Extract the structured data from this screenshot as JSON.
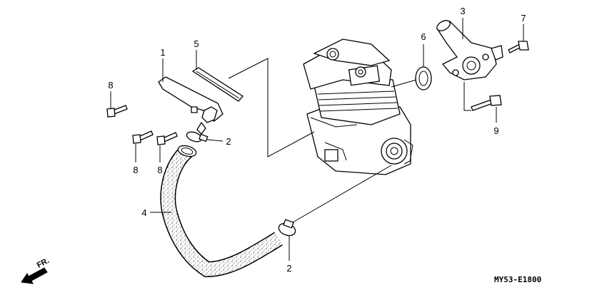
{
  "callouts": {
    "c1": "1",
    "c2a": "2",
    "c2b": "2",
    "c3": "3",
    "c4": "4",
    "c5": "5",
    "c6": "6",
    "c7": "7",
    "c8a": "8",
    "c8b": "8",
    "c8c": "8",
    "c9": "9"
  },
  "direction_label": "FR.",
  "diagram_code": "MY53-E1800"
}
